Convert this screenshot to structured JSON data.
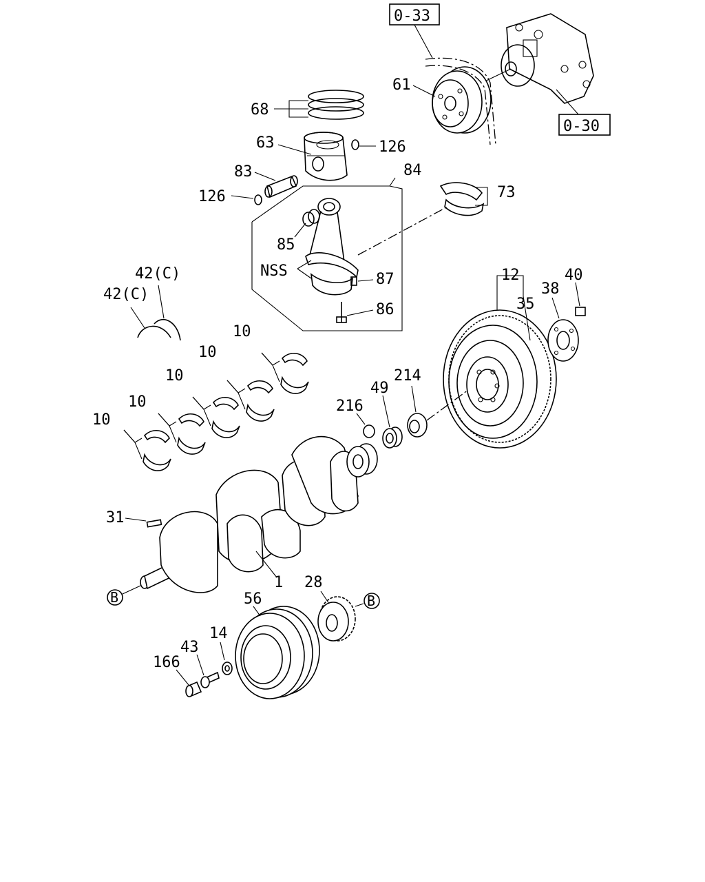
{
  "refs": {
    "water_pump": "0-30",
    "belt": "0-33"
  },
  "labels": {
    "n61": "61",
    "n68": "68",
    "n63": "63",
    "n126a": "126",
    "n126b": "126",
    "n83": "83",
    "n84": "84",
    "n73": "73",
    "n85": "85",
    "nss": "NSS",
    "n87": "87",
    "n86": "86",
    "n42a": "42(C)",
    "n42b": "42(C)",
    "n10a": "10",
    "n10b": "10",
    "n10c": "10",
    "n10d": "10",
    "n10e": "10",
    "n12": "12",
    "n35": "35",
    "n38": "38",
    "n40": "40",
    "n214": "214",
    "n216": "216",
    "n49": "49",
    "n31": "31",
    "n1": "1",
    "n28": "28",
    "n56": "56",
    "n14": "14",
    "n43": "43",
    "n166": "166",
    "b_left": "B",
    "b_right": "B"
  }
}
